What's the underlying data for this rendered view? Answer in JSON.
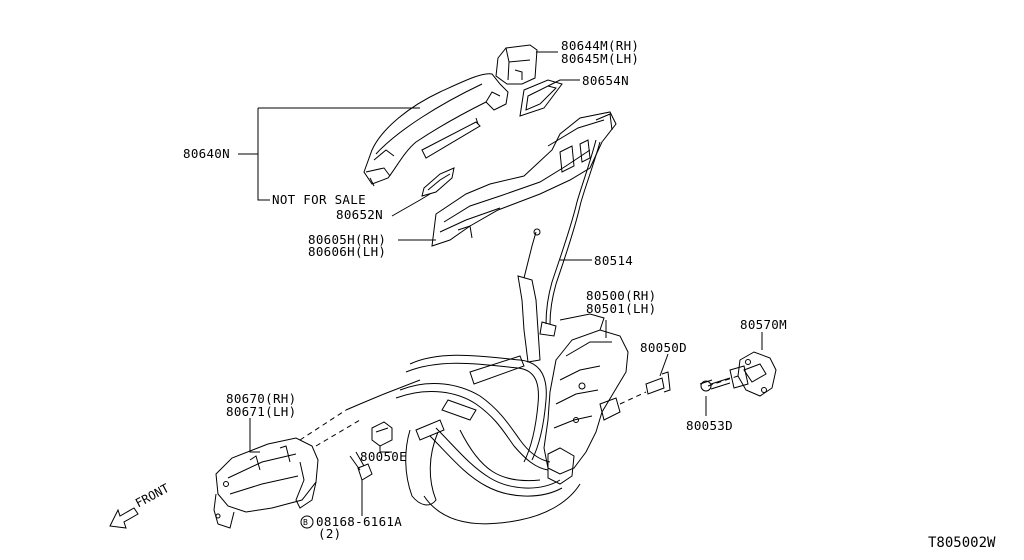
{
  "labels": {
    "p80644": "80644M(RH)",
    "p80645": "80645M(LH)",
    "p80654": "80654N",
    "p80640": "80640N",
    "not_for_sale": "NOT FOR SALE",
    "p80652": "80652N",
    "p80605": "80605H(RH)",
    "p80606": "80606H(LH)",
    "p80514": "80514",
    "p80500": "80500(RH)",
    "p80501": "80501(LH)",
    "p80050d": "80050D",
    "p80570": "80570M",
    "p80053": "80053D",
    "p80670": "80670(RH)",
    "p80671": "80671(LH)",
    "p80050e": "80050E",
    "bolt": "08168-6161A",
    "bolt_qty": "(2)",
    "bolt_prefix": "B",
    "front": "FRONT"
  },
  "figure_id": "T805002W"
}
